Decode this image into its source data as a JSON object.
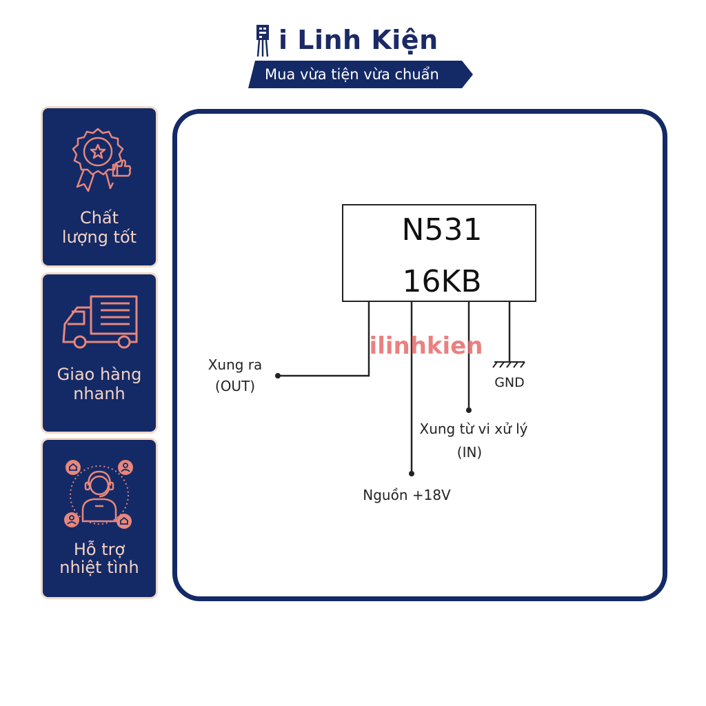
{
  "brand": {
    "name": "i Linh Kiện",
    "tagline": "Mua vừa tiện vừa chuẩn",
    "colors": {
      "navy": "#142a66",
      "peach": "#f3d2c4",
      "salmon": "#e8877b"
    }
  },
  "features": [
    {
      "icon": "award-badge-icon",
      "line1": "Chất",
      "line2": "lượng tốt"
    },
    {
      "icon": "delivery-truck-icon",
      "line1": "Giao hàng",
      "line2": "nhanh"
    },
    {
      "icon": "customer-support-icon",
      "line1": "Hỗ trợ",
      "line2": "nhiệt tình"
    }
  ],
  "diagram": {
    "chip_line1": "N531",
    "chip_line2": "16KB",
    "watermark": "ilinhkien",
    "out_label1": "Xung ra",
    "out_label2": "(OUT)",
    "gnd_label": "GND",
    "in_label1": "Xung từ vi xử lý",
    "in_label2": "(IN)",
    "power_label": "Nguồn +18V"
  }
}
